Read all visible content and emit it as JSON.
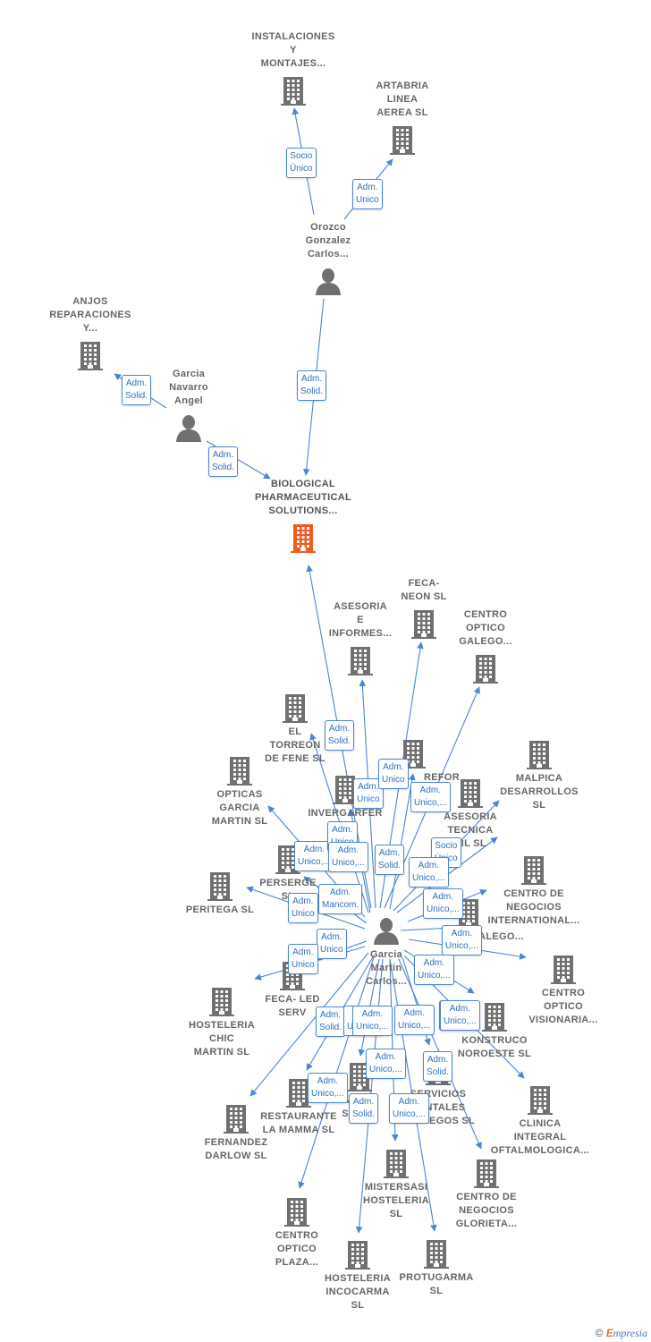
{
  "nodes": [
    {
      "id": "instalaciones",
      "label": "INSTALACIONES\nY\nMONTAJES...",
      "kind": "company"
    },
    {
      "id": "artabria",
      "label": "ARTABRIA\nLINEA\nAEREA SL",
      "kind": "company"
    },
    {
      "id": "orozco",
      "label": "Orozco\nGonzalez\nCarlos...",
      "kind": "person"
    },
    {
      "id": "anjos",
      "label": "ANJOS\nREPARACIONES\nY...",
      "kind": "company"
    },
    {
      "id": "garcianavarro",
      "label": "Garcia\nNavarro\nAngel",
      "kind": "person"
    },
    {
      "id": "biological",
      "label": "BIOLOGICAL\nPHARMACEUTICAL\nSOLUTIONS...",
      "kind": "main"
    },
    {
      "id": "fecaneon",
      "label": "FECA-\nNEON  SL",
      "kind": "company"
    },
    {
      "id": "asesoria",
      "label": "ASESORIA\nE\nINFORMES...",
      "kind": "company"
    },
    {
      "id": "centrogalego",
      "label": "CENTRO\nOPTICO\nGALEGO...",
      "kind": "company"
    },
    {
      "id": "torreon",
      "label": "EL\nTORREON\nDE FENE SL",
      "kind": "company"
    },
    {
      "id": "malpica",
      "label": "MALPICA\nDESARROLLOS\nSL",
      "kind": "company"
    },
    {
      "id": "opticasgarcia",
      "label": "OPTICAS\nGARCIA\nMARTIN  SL",
      "kind": "company"
    },
    {
      "id": "invergarfer",
      "label": "INVERGARFER",
      "kind": "company"
    },
    {
      "id": "reformas",
      "label": "REFOR",
      "kind": "company"
    },
    {
      "id": "asesoriatecnica",
      "label": "ASESORIA\nTECNICA\nSIL  SL",
      "kind": "company"
    },
    {
      "id": "perserge",
      "label": "PERSERGE\nSL",
      "kind": "company"
    },
    {
      "id": "centrointernational",
      "label": "CENTRO DE\nNEGOCIOS\nINTERNATIONAL...",
      "kind": "company"
    },
    {
      "id": "peritega",
      "label": "PERITEGA SL",
      "kind": "company"
    },
    {
      "id": "garciamartin",
      "label": "Garcia\nMartin\nCarlos...",
      "kind": "person"
    },
    {
      "id": "galego2",
      "label": "GALEGO...",
      "kind": "company"
    },
    {
      "id": "centrovisionaria",
      "label": "CENTRO\nOPTICO\nVISIONARIA...",
      "kind": "company"
    },
    {
      "id": "fecaled",
      "label": "FECA- LED\nSERV",
      "kind": "company"
    },
    {
      "id": "hosteleriachic",
      "label": "HOSTELERIA\nCHIC\nMARTIN  SL",
      "kind": "company"
    },
    {
      "id": "konstruco",
      "label": "KONSTRUCO\nNOROESTE SL",
      "kind": "company"
    },
    {
      "id": "clinica",
      "label": "CLINICA\nINTEGRAL\nOFTALMOLOGICA...",
      "kind": "company"
    },
    {
      "id": "restaurante",
      "label": "RESTAURANTE\nLA MAMMA  SL",
      "kind": "company"
    },
    {
      "id": "multisalud",
      "label": "MULTI\nSALUD",
      "kind": "company"
    },
    {
      "id": "servicios",
      "label": "SERVICIOS\nDENTALES\nGALLEGOS  SL",
      "kind": "company"
    },
    {
      "id": "fernandez",
      "label": "FERNANDEZ\nDARLOW  SL",
      "kind": "company"
    },
    {
      "id": "mistersasi",
      "label": "MISTERSASI\nHOSTELERIA\nSL",
      "kind": "company"
    },
    {
      "id": "centroglorieta",
      "label": "CENTRO DE\nNEGOCIOS\nGLORIETA...",
      "kind": "company"
    },
    {
      "id": "centroplaza",
      "label": "CENTRO\nOPTICO\nPLAZA...",
      "kind": "company"
    },
    {
      "id": "incocarma",
      "label": "HOSTELERIA\nINCOCARMA\nSL",
      "kind": "company"
    },
    {
      "id": "protugarma",
      "label": "PROTUGARMA\nSL",
      "kind": "company"
    }
  ],
  "edges": [
    {
      "from": "orozco",
      "to": "instalaciones",
      "label": "Socio\nÚnico"
    },
    {
      "from": "orozco",
      "to": "artabria",
      "label": "Adm.\nUnico"
    },
    {
      "from": "orozco",
      "to": "biological",
      "label": "Adm.\nSolid."
    },
    {
      "from": "garcianavarro",
      "to": "anjos",
      "label": "Adm.\nSolid."
    },
    {
      "from": "garcianavarro",
      "to": "biological",
      "label": "Adm.\nSolid."
    },
    {
      "from": "garciamartin",
      "to": "biological",
      "label": "Adm.\nSolid."
    },
    {
      "from": "garciamartin",
      "to": "asesoria",
      "label": "Adm.\nUnico"
    },
    {
      "from": "garciamartin",
      "to": "fecaneon",
      "label": "Adm.\nUnico"
    },
    {
      "from": "garciamartin",
      "to": "centrogalego",
      "label": "Adm.\nUnico,..."
    },
    {
      "from": "garciamartin",
      "to": "asesoriatecnica",
      "label": "Socio\nÚnico"
    },
    {
      "from": "garciamartin",
      "to": "opticasgarcia",
      "label": "Adm.\nUnico,..."
    },
    {
      "from": "garciamartin",
      "to": "invergarfer",
      "label": "Adm.\nUnico"
    },
    {
      "from": "garciamartin",
      "to": "reformas",
      "label": "Adm.\nSolid."
    },
    {
      "from": "garciamartin",
      "to": "perserge",
      "label": "Adm.\nMancom."
    },
    {
      "from": "garciamartin",
      "to": "peritega",
      "label": "Adm.\nUnico"
    },
    {
      "from": "garciamartin",
      "to": "centrointernational",
      "label": "Adm.\nUnico,..."
    },
    {
      "from": "garciamartin",
      "to": "centrovisionaria",
      "label": "Adm.\nUnico,..."
    },
    {
      "from": "garciamartin",
      "to": "fecaled",
      "label": "Adm.\nUnico"
    },
    {
      "from": "garciamartin",
      "to": "hosteleriachic",
      "label": "Adm.\nUnico"
    },
    {
      "from": "garciamartin",
      "to": "konstruco",
      "label": "Adm.\nUnico,..."
    },
    {
      "from": "garciamartin",
      "to": "clinica",
      "label": "Adm.\nUnico,..."
    },
    {
      "from": "garciamartin",
      "to": "fernandez",
      "label": "Adm.\nSolid."
    },
    {
      "from": "garciamartin",
      "to": "restaurante",
      "label": "Adm.\nUnico,..."
    },
    {
      "from": "garciamartin",
      "to": "servicios",
      "label": "Adm.\nSolid."
    },
    {
      "from": "garciamartin",
      "to": "centroplaza",
      "label": "Adm.\nUnico,..."
    },
    {
      "from": "garciamartin",
      "to": "incocarma",
      "label": "Adm.\nSolid."
    },
    {
      "from": "garciamartin",
      "to": "protugarma",
      "label": "Adm.\nUnico,..."
    },
    {
      "from": "garciamartin",
      "to": "centroglorieta",
      "label": "Adm.\nUnico,..."
    },
    {
      "from": "garciamartin",
      "to": "mistersasi",
      "label": "Adm.\nUnico,..."
    },
    {
      "from": "garciamartin",
      "to": "multisalud",
      "label": "Adm.\nUnico,..."
    },
    {
      "from": "garciamartin",
      "to": "torreon",
      "label": "Adm.\nUnico,..."
    },
    {
      "from": "garciamartin",
      "to": "galego2",
      "label": "Adm.\nUnico,..."
    },
    {
      "from": "garciamartin",
      "to": "malpica",
      "label": "Adm.\nUnico,..."
    }
  ],
  "colors": {
    "company": "#707070",
    "person": "#707070",
    "main": "#f05a22",
    "edge": "#4a86d4",
    "label_text": "#666666"
  },
  "icons": {
    "company": "building-icon",
    "person": "person-icon",
    "main": "building-icon"
  },
  "footer": {
    "copyright": "©",
    "brand_initial": "E",
    "brand_rest": "mpresia"
  }
}
